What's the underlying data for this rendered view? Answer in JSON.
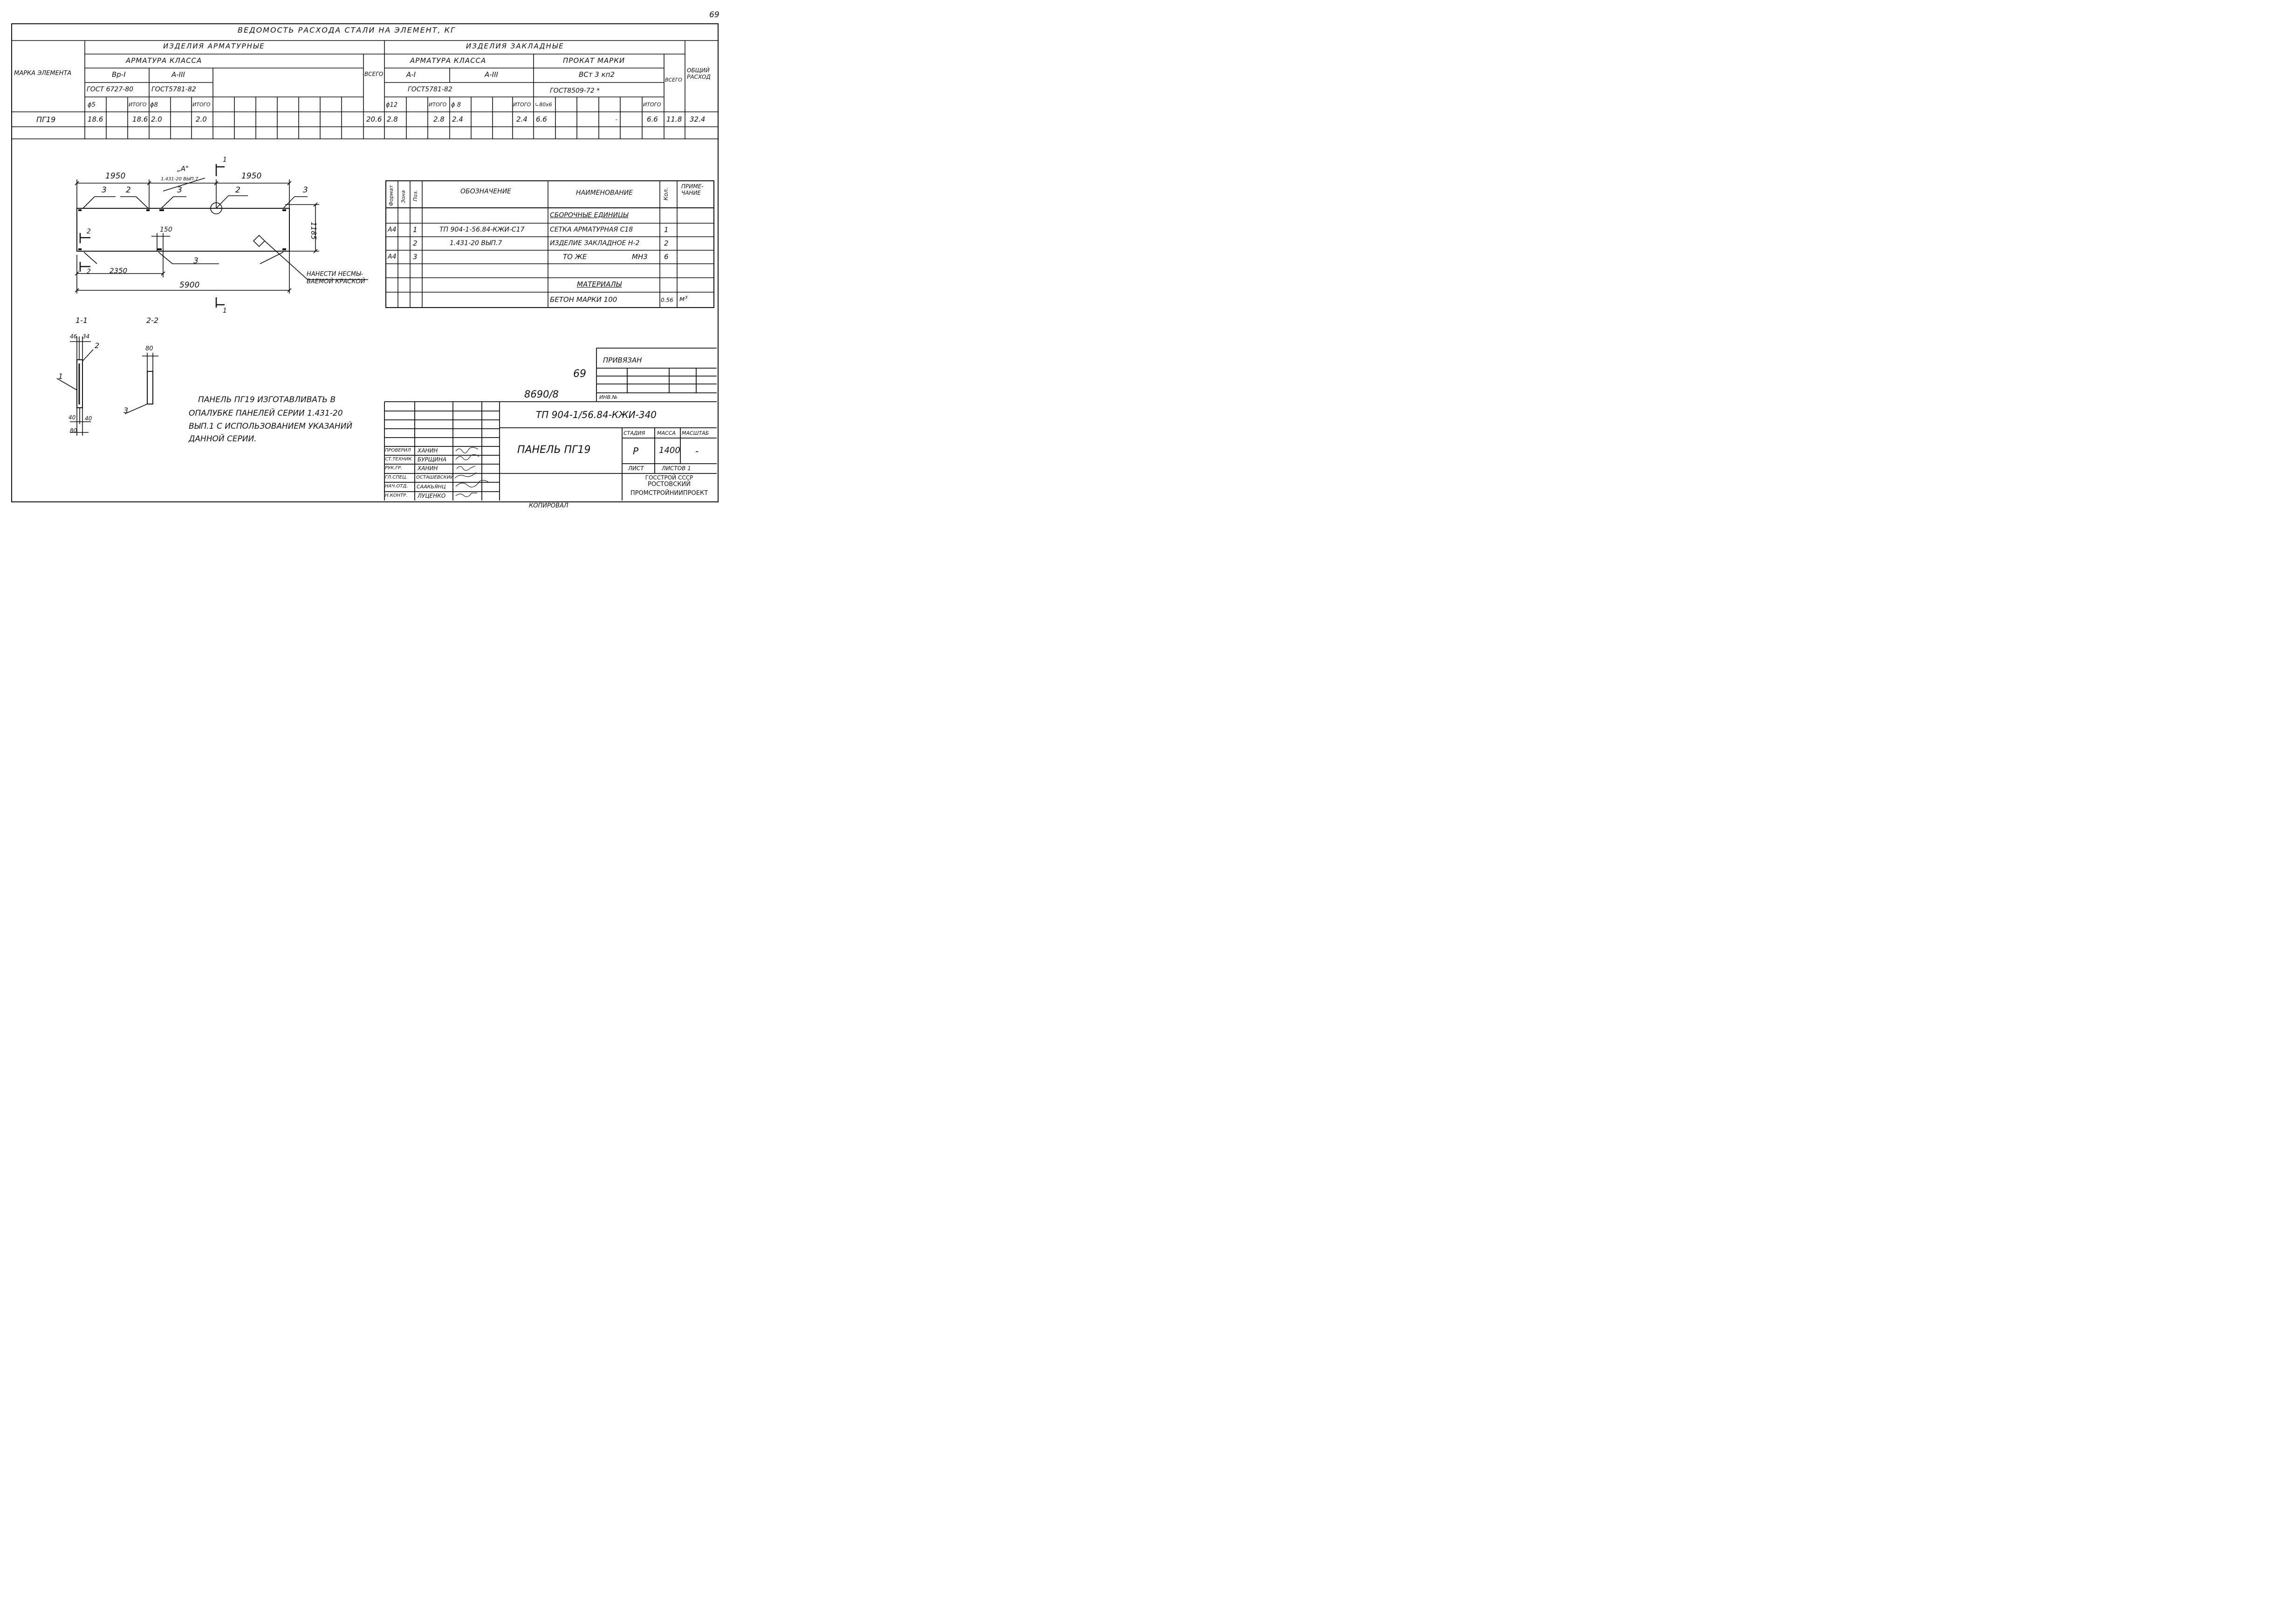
{
  "page_number": "69",
  "steel_table": {
    "title": "ВЕДОМОСТЬ РАСХОДА СТАЛИ НА ЭЛЕМЕНТ, КГ",
    "col_mark": "МАРКА ЭЛЕМЕНТА",
    "group_reinf": "ИЗДЕЛИЯ АРМАТУРНЫЕ",
    "group_embed": "ИЗДЕЛИЯ ЗАКЛАДНЫЕ",
    "reinf_class": "АРМАТУРА КЛАССА",
    "embed_class": "АРМАТУРА КЛАССА",
    "rolled_grade": "ПРОКАТ МАРКИ",
    "class_bp1": "Вр-I",
    "class_a3": "А-III",
    "class_a1": "А-I",
    "class_a3b": "А-III",
    "steel_grade": "ВСт 3 кп2",
    "gost_6727": "ГОСТ 6727-80",
    "gost_5781": "ГОСТ5781-82",
    "gost_5781b": "ГОСТ5781-82",
    "gost_8509": "ГОСТ8509-72 *",
    "total": "ВСЕГО",
    "total2": "ВСЕГО",
    "grand_total": "ОБЩИЙ РАСХОД",
    "d5": "ϕ5",
    "itogo1": "ИТОГО",
    "d8": "ϕ8",
    "itogo2": "ИТОГО",
    "d12": "ϕ12",
    "itogo3": "ИТОГО",
    "d8b": "ϕ 8",
    "itogo4": "ИТОГО",
    "angle": "∟80х6",
    "itogo5": "ИТОГО",
    "row_mark": "ПГ19",
    "v_d5": "18.6",
    "v_it1": "18.6",
    "v_d8": "2.0",
    "v_it2": "2.0",
    "v_total": "20.6",
    "v_d12": "2.8",
    "v_it3": "2.8",
    "v_d8b": "2.4",
    "v_it4": "2.4",
    "v_angle": "6.6",
    "v_dash": "-",
    "v_it5": "6.6",
    "v_total2": "11.8",
    "v_grand": "32.4"
  },
  "spec_table": {
    "h_format": "Формат",
    "h_zone": "Зона",
    "h_pos": "Поз.",
    "h_designation": "ОБОЗНАЧЕНИЕ",
    "h_name": "НАИМЕНОВАНИЕ",
    "h_qty": "Кол.",
    "h_note": "ПРИМЕ-ЧАНИЕ",
    "section_assembly": "СБОРОЧНЫЕ ЕДИНИЦЫ",
    "r1_format": "А4",
    "r1_pos": "1",
    "r1_designation": "ТП 904-1-56.84-КЖИ-С17",
    "r1_name": "СЕТКА АРМАТУРНАЯ С18",
    "r1_qty": "1",
    "r2_pos": "2",
    "r2_designation": "1.431-20 ВЫП.7",
    "r2_name": "ИЗДЕЛИЕ ЗАКЛАДНОЕ Н-2",
    "r2_qty": "2",
    "r3_format": "А4",
    "r3_pos": "3",
    "r3_name": "ТО ЖЕ",
    "r3_name2": "МН3",
    "r3_qty": "6",
    "section_materials": "МАТЕРИАЛЫ",
    "r4_name": "БЕТОН МАРКИ 100",
    "r4_qty": "0.56",
    "r4_note": "м³"
  },
  "drawing": {
    "dim_1950_left": "1950",
    "dim_1950_right": "1950",
    "node_a": "„А\"",
    "node_ref": "1.431-20 ВЫП.7",
    "dim_150": "150",
    "dim_1185": "1185",
    "dim_2350": "2350",
    "dim_5900": "5900",
    "lbl_3a": "3",
    "lbl_2a": "2",
    "lbl_3b": "3",
    "lbl_2b": "2",
    "lbl_3c": "3",
    "lbl_3d": "3",
    "cut1_top": "1",
    "cut1_bottom": "1",
    "cut2_top": "2",
    "cut2_bottom": "2",
    "mark_a": "А",
    "note_paint": "НАНЕСТИ НЕСМЫ- ВАЕМОЙ КРАСКОЙ",
    "sec_11": "1-1",
    "sec_22": "2-2",
    "dim_46": "46",
    "dim_34": "34",
    "dim_40a": "40",
    "dim_40b": "40",
    "dim_80a": "80",
    "dim_80b": "80",
    "sec_lbl_2": "2",
    "sec_lbl_1": "1",
    "sec_lbl_3": "3"
  },
  "note": {
    "line1": "ПАНЕЛЬ ПГ19 ИЗГОТАВЛИВАТЬ В",
    "line2": "ОПАЛУБКЕ ПАНЕЛЕЙ СЕРИИ 1.431-20",
    "line3": "ВЫП.1 С ИСПОЛЬЗОВАНИЕМ УКАЗАНИЙ",
    "line4": "ДАННОЙ СЕРИИ."
  },
  "stamp": {
    "privyazan": "ПРИВЯЗАН",
    "num_69": "69",
    "num_8690": "8690/8",
    "inv_no": "ИНВ.№",
    "doc_code": "ТП 904-1/56.84-КЖИ-340",
    "title": "ПАНЕЛЬ ПГ19",
    "stadia_h": "СТАДИЯ",
    "massa_h": "МАССА",
    "masshtab_h": "МАСШТАБ",
    "stadia": "Р",
    "massa": "1400",
    "masshtab": "-",
    "list": "ЛИСТ",
    "listov": "ЛИСТОВ 1",
    "org1": "ГОССТРОЙ СССР",
    "org2": "РОСТОВСКИЙ",
    "org3": "ПРОМСТРОЙНИИПРОЕКТ",
    "roles": [
      {
        "role": "ПРОВЕРИЛ",
        "name": "ХАНИН"
      },
      {
        "role": "СТ.ТЕХНИК",
        "name": "БУРЩИНА"
      },
      {
        "role": "РУК.ГР.",
        "name": "ХАНИН"
      },
      {
        "role": "ГЛ.СПЕЦ.",
        "name": "ОСТАШЕВСКИЙ"
      },
      {
        "role": "НАЧ.ОТД.",
        "name": "СААКЬЯНЦ"
      },
      {
        "role": "Н.КОНТР.",
        "name": "ЛУЦЕНКО"
      }
    ]
  },
  "copied": "КОПИРОВАЛ"
}
